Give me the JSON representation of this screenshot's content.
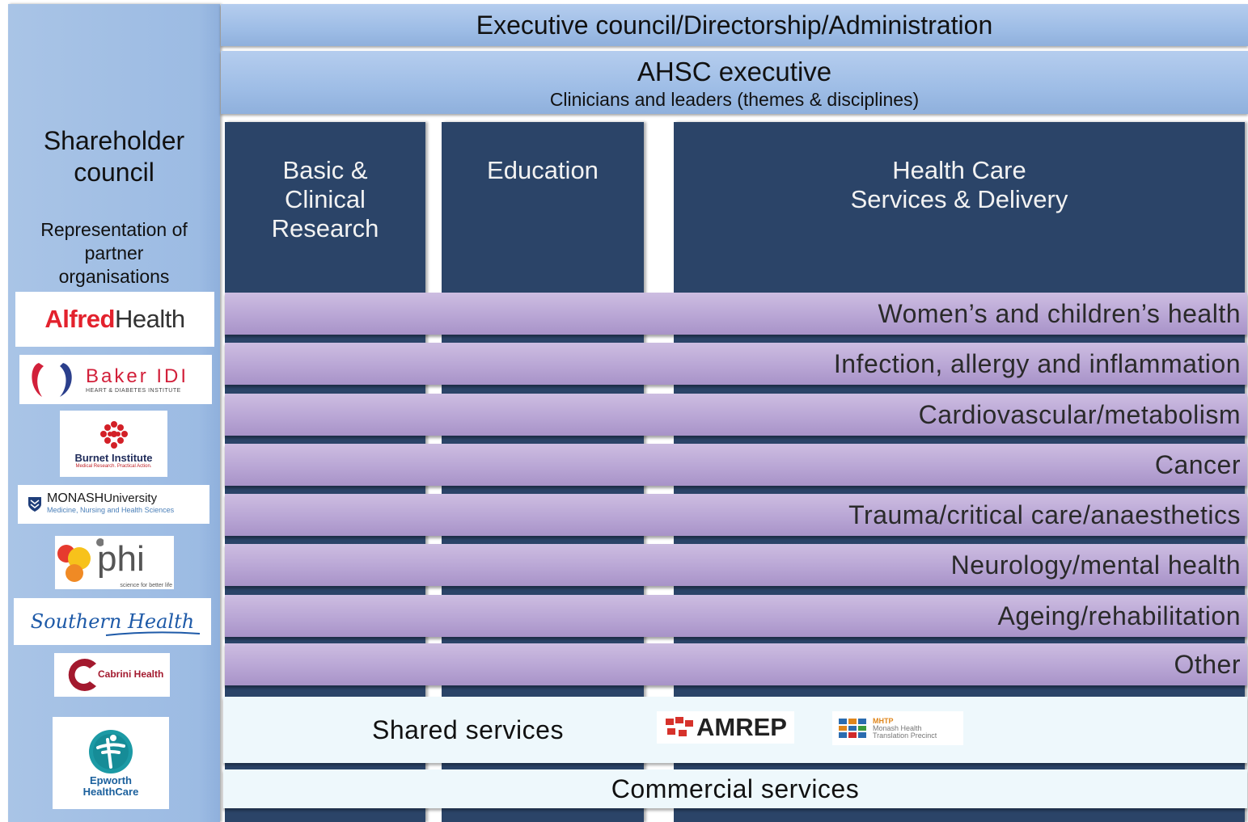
{
  "header": {
    "executive": "Executive council/Directorship/Administration",
    "ahsc_title": "AHSC executive",
    "ahsc_subtitle": "Clinicians and leaders (themes & disciplines)"
  },
  "shareholder": {
    "title_line1": "Shareholder",
    "title_line2": "council",
    "subtitle_line1": "Representation of",
    "subtitle_line2": "partner",
    "subtitle_line3": "organisations"
  },
  "partners": {
    "alfred": {
      "part1": "Alfred",
      "part2": "Health"
    },
    "baker": {
      "name": "Baker IDI",
      "tagline": "HEART & DIABETES INSTITUTE"
    },
    "burnet": {
      "name": "Burnet Institute",
      "tagline": "Medical Research. Practical Action."
    },
    "monash": {
      "name1": "MONASH",
      "name2": "University",
      "tagline": "Medicine, Nursing and Health Sciences"
    },
    "phi": {
      "name": "phi",
      "tagline": "science for better life"
    },
    "southern": {
      "name": "Southern Health"
    },
    "cabrini": {
      "name": "Cabrini Health"
    },
    "epworth": {
      "line1": "Epworth",
      "line2": "HealthCare"
    }
  },
  "columns": {
    "research": [
      "Basic &",
      "Clinical",
      "Research"
    ],
    "education": [
      "Education"
    ],
    "healthcare": [
      "Health Care",
      "Services & Delivery"
    ]
  },
  "themes": [
    "Women’s and children’s health",
    "Infection, allergy and inflammation",
    "Cardiovascular/metabolism",
    "Cancer",
    "Trauma/critical care/anaesthetics",
    "Neurology/mental health",
    "Ageing/rehabilitation",
    "Other"
  ],
  "shared": {
    "label": "Shared services",
    "amrep": "AMREP",
    "mhtp_abbr": "MHTP",
    "mhtp_line1": "Monash Health",
    "mhtp_line2": "Translation Precinct"
  },
  "commercial": {
    "label": "Commercial services"
  },
  "colors": {
    "light_blue": "#9ebde6",
    "navy": "#2b4468",
    "lavender": "#b9a6d5",
    "pale_cyan": "#eef8fc",
    "alfred_red": "#e3222d",
    "baker_red": "#d2203a",
    "amrep_red": "#d6322b"
  }
}
